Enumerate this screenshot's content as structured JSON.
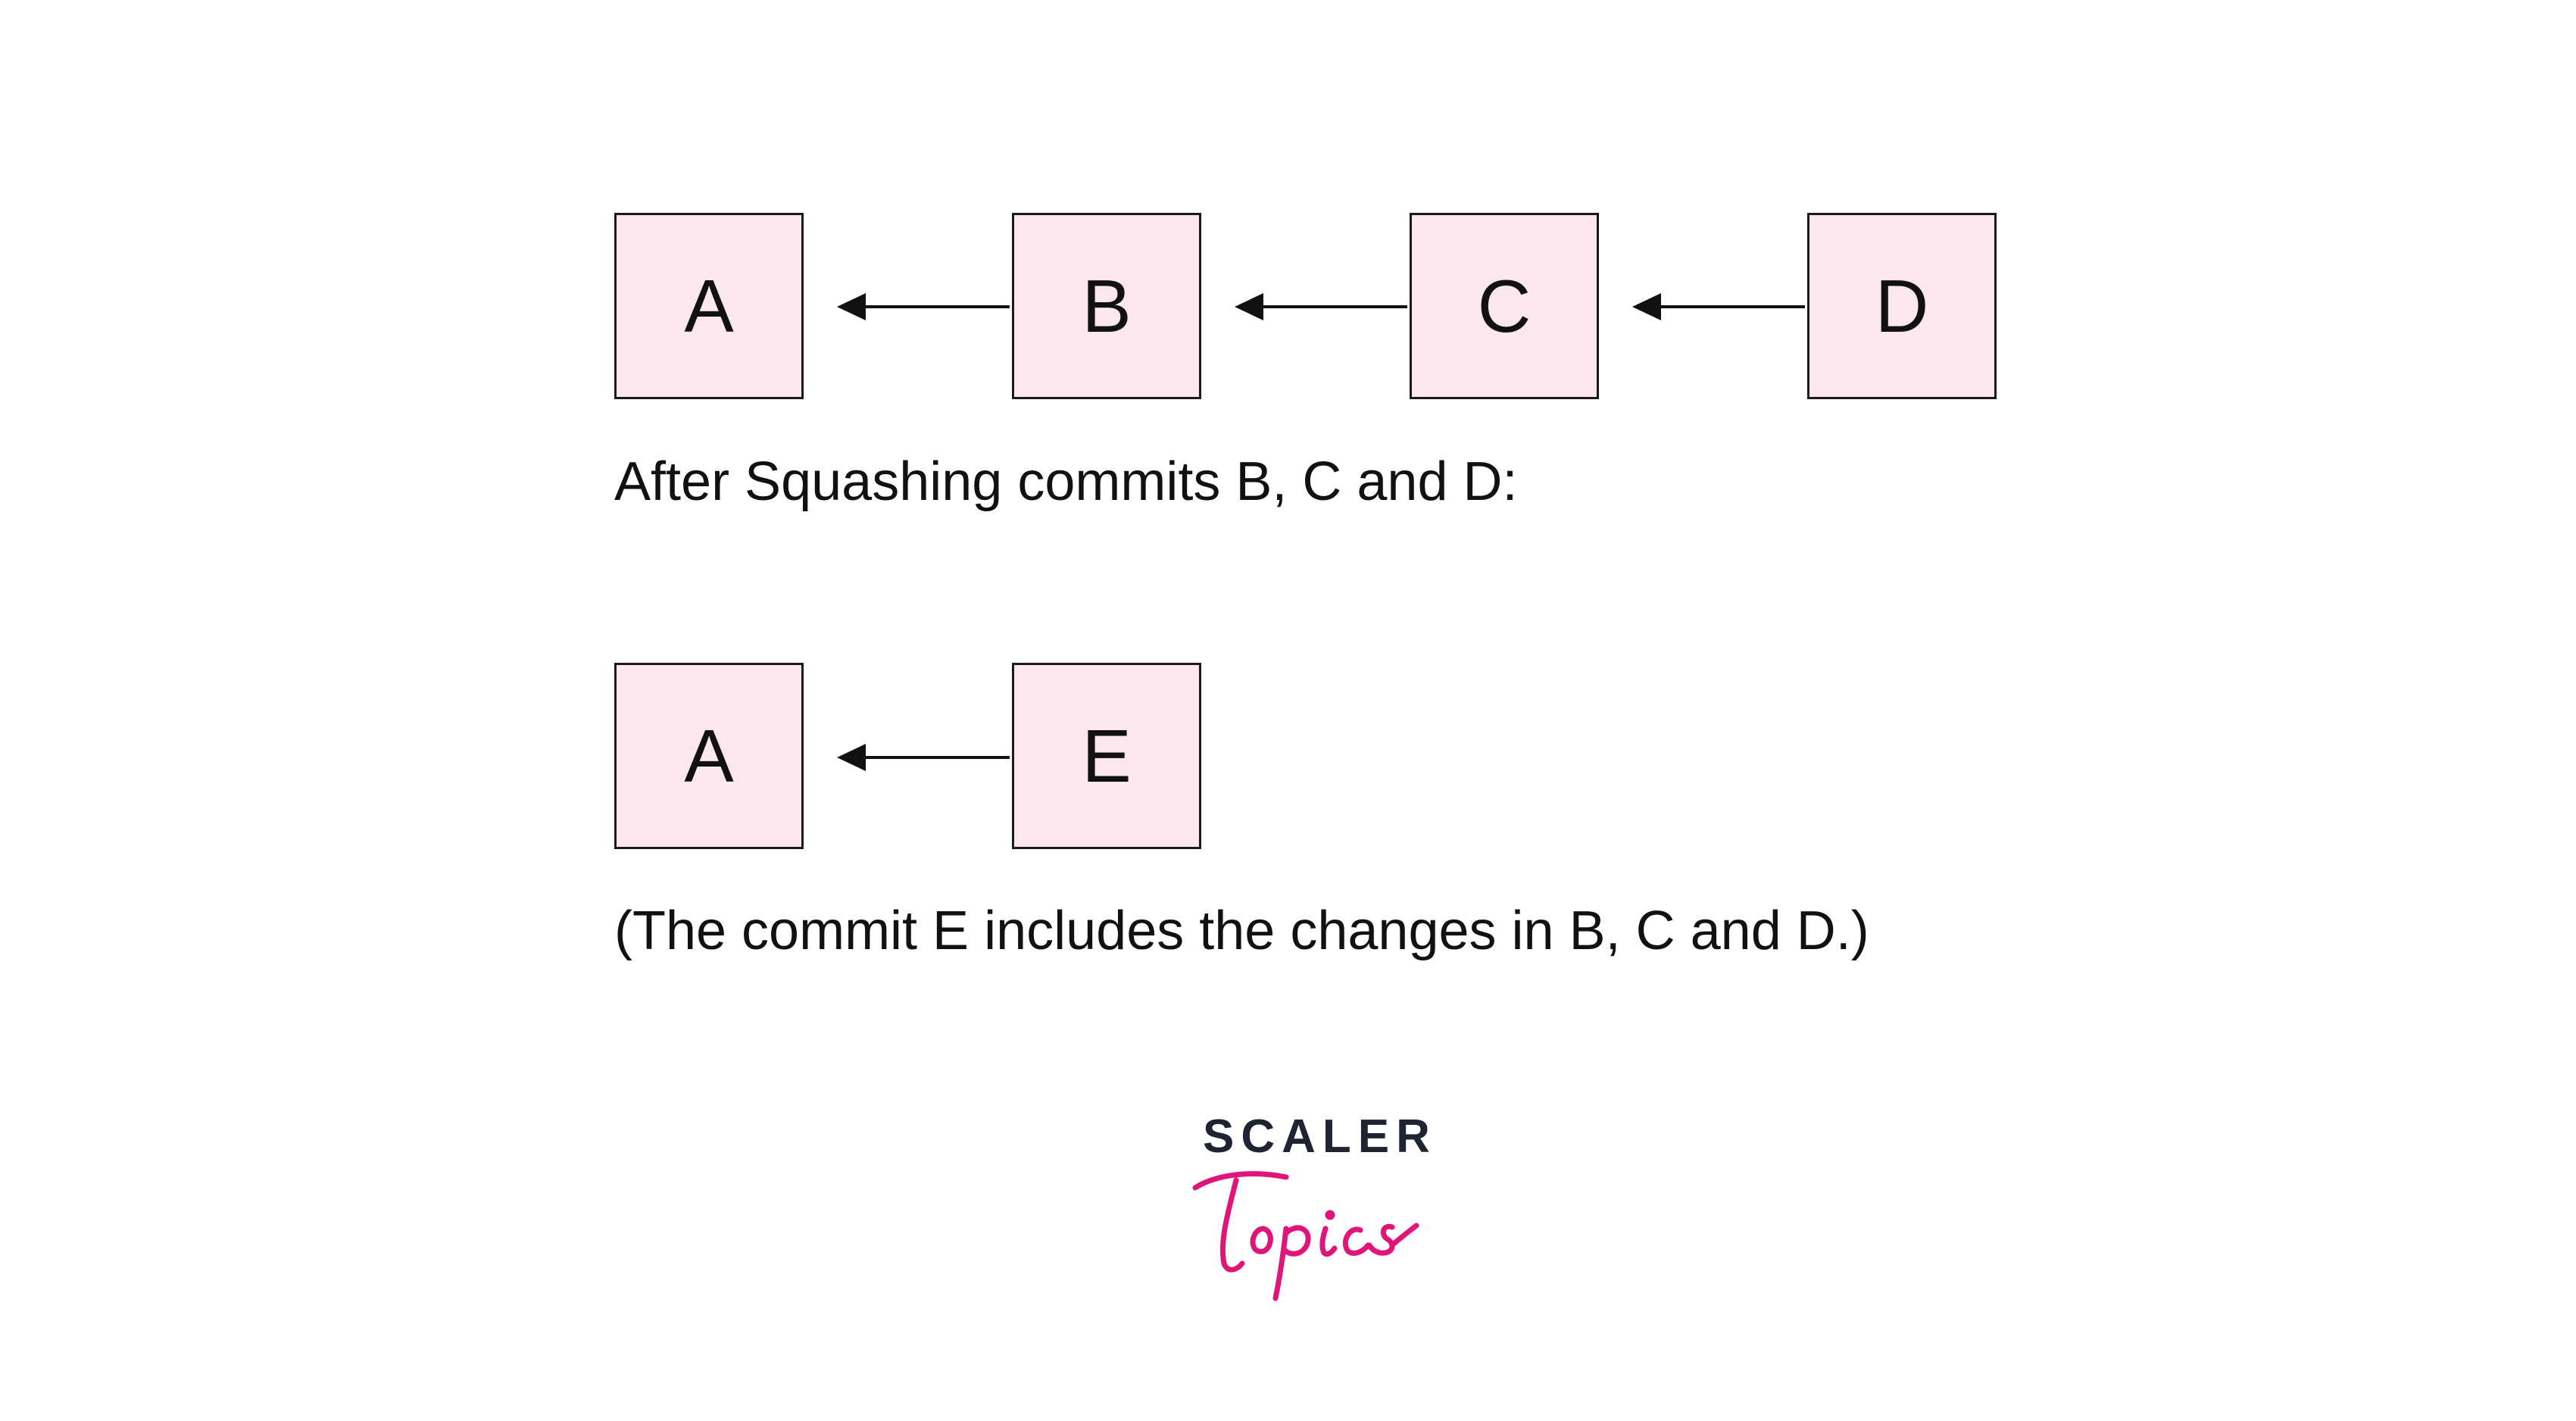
{
  "before": {
    "commits": [
      "A",
      "B",
      "C",
      "D"
    ]
  },
  "caption_before": "After Squashing commits B, C and D:",
  "after": {
    "commits": [
      "A",
      "E"
    ]
  },
  "caption_after": "(The commit E includes the changes in B, C and D.)",
  "logo": {
    "wordmark": "SCALER",
    "script": "Topics",
    "colors": {
      "wordmark": "#1f2432",
      "script": "#e0157a"
    }
  },
  "colors": {
    "box_fill": "#fde7ef",
    "box_border": "#1a1a1a",
    "arrow": "#111111"
  }
}
